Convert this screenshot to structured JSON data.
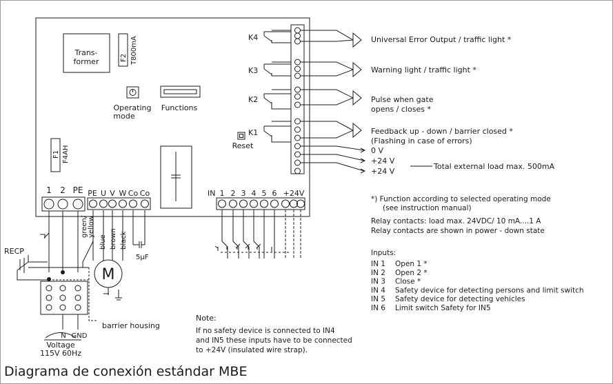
{
  "board": {
    "transformer": [
      "Trans-",
      "former"
    ],
    "f2": [
      "F2",
      "T800mA"
    ],
    "f1": [
      "F1",
      "F4AH"
    ],
    "operating_mode": [
      "Operating",
      "mode"
    ],
    "functions": "Functions",
    "reset": "Reset",
    "relays": [
      "K4",
      "K3",
      "K2",
      "K1"
    ]
  },
  "terminals_left": {
    "power": [
      "1",
      "2",
      "PE"
    ],
    "motor": [
      "PE",
      "U",
      "V",
      "W",
      "Co",
      "Co"
    ]
  },
  "terminals_inputs": [
    "IN",
    "1",
    "2",
    "3",
    "4",
    "5",
    "6",
    "+24V"
  ],
  "outputs": [
    [
      "Universal Error Output / traffic light *"
    ],
    [
      "Warning light / traffic light *"
    ],
    [
      "Pulse when gate",
      "opens / closes *"
    ],
    [
      "Feedback up - down / barrier closed *",
      "(Flashing in case of errors)"
    ],
    [
      "0 V"
    ],
    [
      "+24 V"
    ],
    [
      "+24 V"
    ]
  ],
  "load_note": "Total external load max. 500mA",
  "function_note": [
    "*)  Function according to selected operating mode",
    "(see instruction manual)"
  ],
  "relay_notes": [
    "Relay contacts: load max. 24VDC/ 10 mA....1 A",
    "Relay contacts are shown in power - down state"
  ],
  "inputs_title": "Inputs:",
  "inputs": [
    [
      "IN 1",
      "Open 1 *"
    ],
    [
      "IN 2",
      "Open 2 *"
    ],
    [
      "IN 3",
      "Close *"
    ],
    [
      "IN 4",
      "Safety device for detecting persons and limit switch"
    ],
    [
      "IN 5",
      "Safety device for detecting vehicles"
    ],
    [
      "IN 6",
      "Limit switch Safety for IN5"
    ]
  ],
  "wires": [
    "green/",
    "yellow",
    "blue",
    "brown",
    "black"
  ],
  "capacitor": "5µF",
  "motor": "M",
  "recp": "RECP",
  "supply_labels": [
    "N",
    "GND"
  ],
  "voltage": [
    "Voltage",
    "115V 60Hz"
  ],
  "barrier_housing": "barrier housing",
  "note_title": "Note:",
  "note_lines": [
    "If no safety device is connected to IN4",
    "and IN5 these inputs have to be connected",
    "to +24V (insulated wire strap)."
  ],
  "caption": "Diagrama de conexión estándar MBE"
}
